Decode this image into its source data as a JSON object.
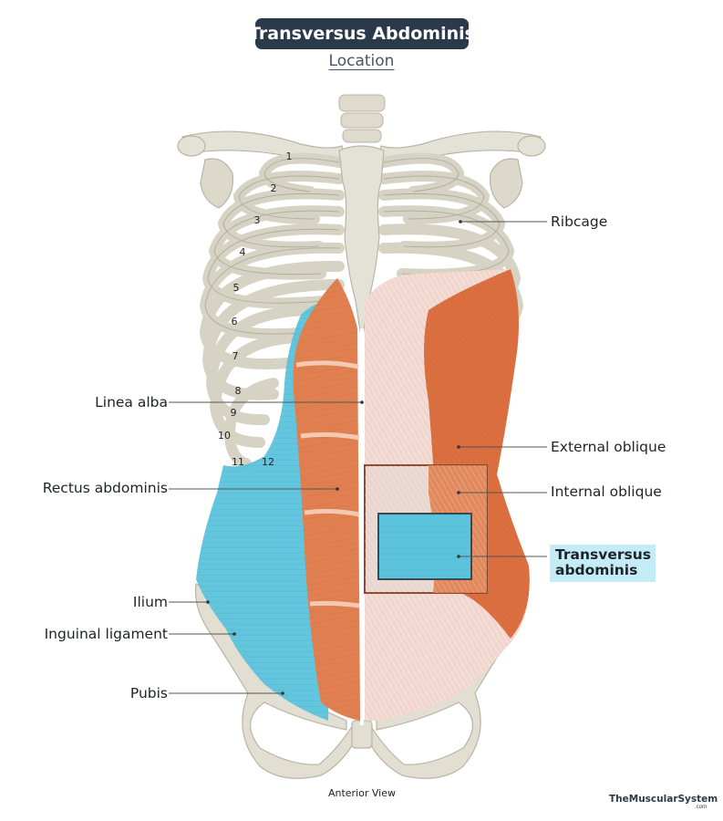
{
  "title": "Transversus Abdominis",
  "subtitle": "Location",
  "view_caption": "Anterior View",
  "brand": "TheMuscularSystem",
  "brand_suffix": ".com",
  "labels_right": {
    "ribcage": "Ribcage",
    "external_oblique": "External oblique",
    "internal_oblique": "Internal oblique",
    "transversus_abdominis": "Transversus abdominis"
  },
  "labels_left": {
    "linea_alba": "Linea alba",
    "rectus_abdominis": "Rectus abdominis",
    "ilium": "Ilium",
    "inguinal_ligament": "Inguinal ligament",
    "pubis": "Pubis"
  },
  "rib_numbers": [
    "1",
    "2",
    "3",
    "4",
    "5",
    "6",
    "7",
    "8",
    "9",
    "10",
    "11",
    "12"
  ],
  "colors": {
    "bone": "#e4e2d6",
    "bone_shade": "#c9c6b6",
    "rectus": "#e07f4f",
    "external_oblique": "#dc6f3f",
    "aponeurosis": "#f1d6ce",
    "transversus": "#5cc3dc",
    "title_bg": "#2b3a4a",
    "highlight": "#c4ecf6"
  }
}
